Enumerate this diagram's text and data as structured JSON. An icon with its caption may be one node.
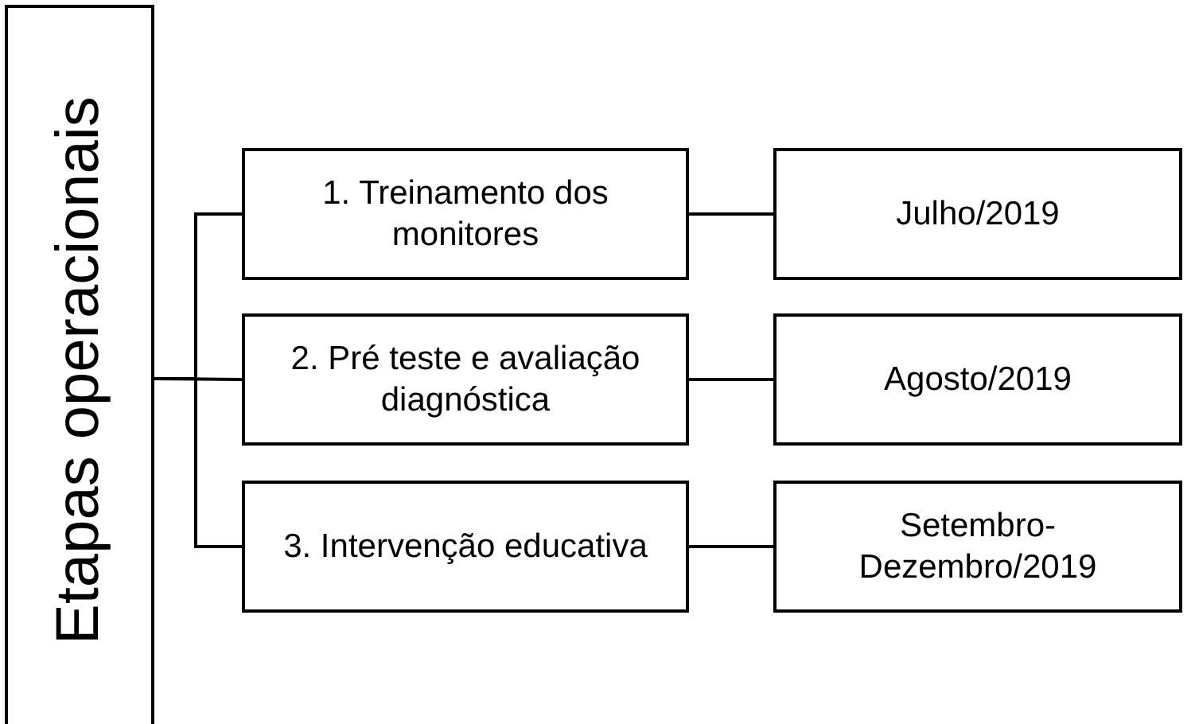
{
  "diagram": {
    "nodes": [
      {
        "text": [
          "Etapas operacionais"
        ]
      },
      {
        "text": [
          "1. Treinamento dos monitores"
        ]
      },
      {
        "text": [
          "Julho/2019"
        ]
      },
      {
        "text": [
          "2. Pré teste e avaliação diagnóstica"
        ]
      },
      {
        "text": [
          "Agosto/2019"
        ]
      },
      {
        "text": [
          "3. Intervenção educativa"
        ]
      },
      {
        "text": [
          "Setembro- Dezembro/2019"
        ]
      }
    ],
    "edges": [
      {
        "from": 0,
        "to": 1,
        "arrow": "none"
      },
      {
        "from": 0,
        "to": 3,
        "arrow": "none"
      },
      {
        "from": 0,
        "to": 5,
        "arrow": "none"
      },
      {
        "from": 1,
        "to": 2,
        "arrow": "none"
      },
      {
        "from": 3,
        "to": 4,
        "arrow": "none"
      },
      {
        "from": 5,
        "to": 6,
        "arrow": "none"
      }
    ]
  }
}
